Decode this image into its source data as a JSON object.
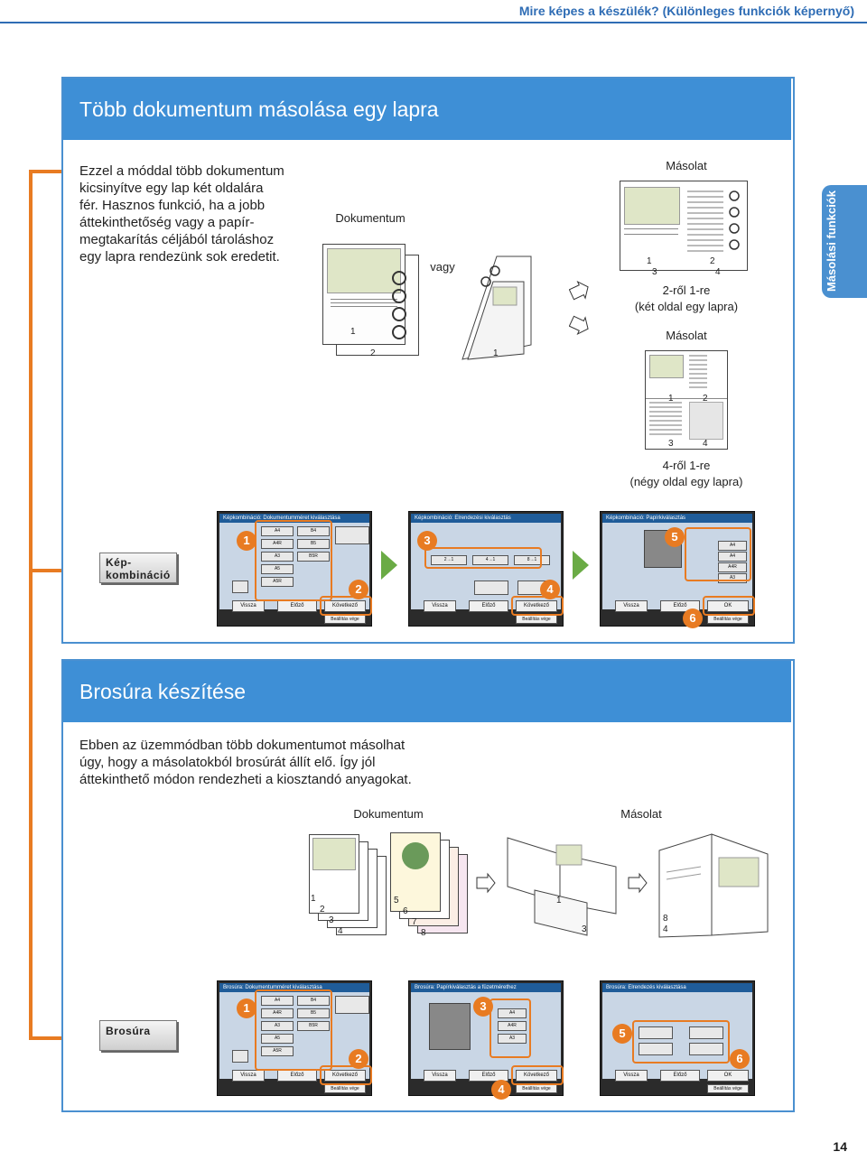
{
  "header": {
    "title": "Mire képes a készülék? (Különleges funkciók képernyő)"
  },
  "side_tab": {
    "label": "Másolási funkciók"
  },
  "section1": {
    "title": "Több dokumentum másolása egy lapra",
    "intro": [
      "Ezzel a móddal több dokumentum",
      "kicsinyítve egy lap két oldalára",
      "fér. Hasznos funkció, ha a jobb",
      "áttekinthetőség vagy a papír-",
      "megtakarítás céljából tároláshoz",
      "egy lapra rendezünk sok eredetit."
    ],
    "doc_label": "Dokumentum",
    "or_label": "vagy",
    "copy_label_1": "Másolat",
    "caption_1a": "2-ről 1-re",
    "caption_1b": "(két oldal egy lapra)",
    "copy_label_2": "Másolat",
    "caption_2a": "4-ről 1-re",
    "caption_2b": "(négy oldal egy lapra)",
    "key_button": "Kép-\nkombináció",
    "screens": [
      {
        "title": "Képkombináció: Dokumentumméret kiválasztása"
      },
      {
        "title": "Képkombináció: Elrendezési kiválasztás"
      },
      {
        "title": "Képkombináció: Papírkiválasztás"
      }
    ],
    "badges": [
      "1",
      "2",
      "3",
      "4",
      "5",
      "6"
    ],
    "page_numbers": [
      "1",
      "2",
      "1",
      "1",
      "3",
      "2",
      "4",
      "1",
      "2",
      "3",
      "4"
    ]
  },
  "section2": {
    "title": "Brosúra készítése",
    "intro": [
      "Ebben az üzemmódban több dokumentumot másolhat",
      "úgy, hogy a másolatokból brosúrát állít elő. Így jól",
      "áttekinthető módon rendezheti a kiosztandó anyagokat."
    ],
    "doc_label": "Dokumentum",
    "copy_label": "Másolat",
    "key_button": "Brosúra",
    "screens": [
      {
        "title": "Brosúra: Dokumentumméret kiválasztása"
      },
      {
        "title": "Brosúra: Papírkiválasztás a füzetmérethez"
      },
      {
        "title": "Brosúra: Elrendezés kiválasztása"
      }
    ],
    "badges": [
      "1",
      "2",
      "3",
      "4",
      "5",
      "6"
    ],
    "page_numbers": [
      "1",
      "2",
      "3",
      "4",
      "5",
      "6",
      "7",
      "8",
      "1",
      "8",
      "3",
      "4"
    ]
  },
  "screen_buttons": {
    "back": "Vissza",
    "prev": "Előző",
    "next": "Következő",
    "ok": "OK",
    "cancel": "Beállítás vége"
  },
  "footer": {
    "page_number": "14"
  },
  "colors": {
    "accent": "#3e8fd6",
    "orange": "#e87b22",
    "green": "#6aab45"
  }
}
